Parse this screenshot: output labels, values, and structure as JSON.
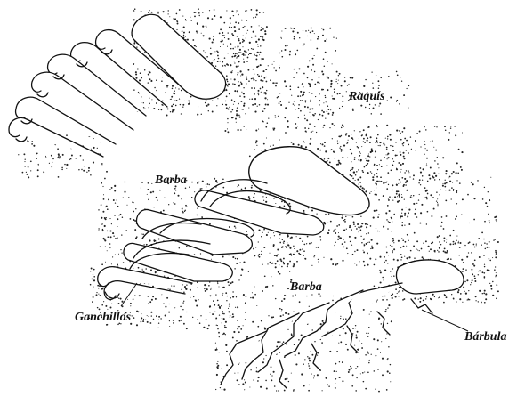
{
  "figure": {
    "labels": {
      "raquis": "Raquis",
      "barba_upper": "Barba",
      "barba_lower": "Barba",
      "ganchillos": "Ganchillos",
      "barbula": "Bárbula"
    }
  },
  "colors": {
    "ink": "#111111",
    "stipple": "#222222",
    "paper": "#ffffff"
  }
}
